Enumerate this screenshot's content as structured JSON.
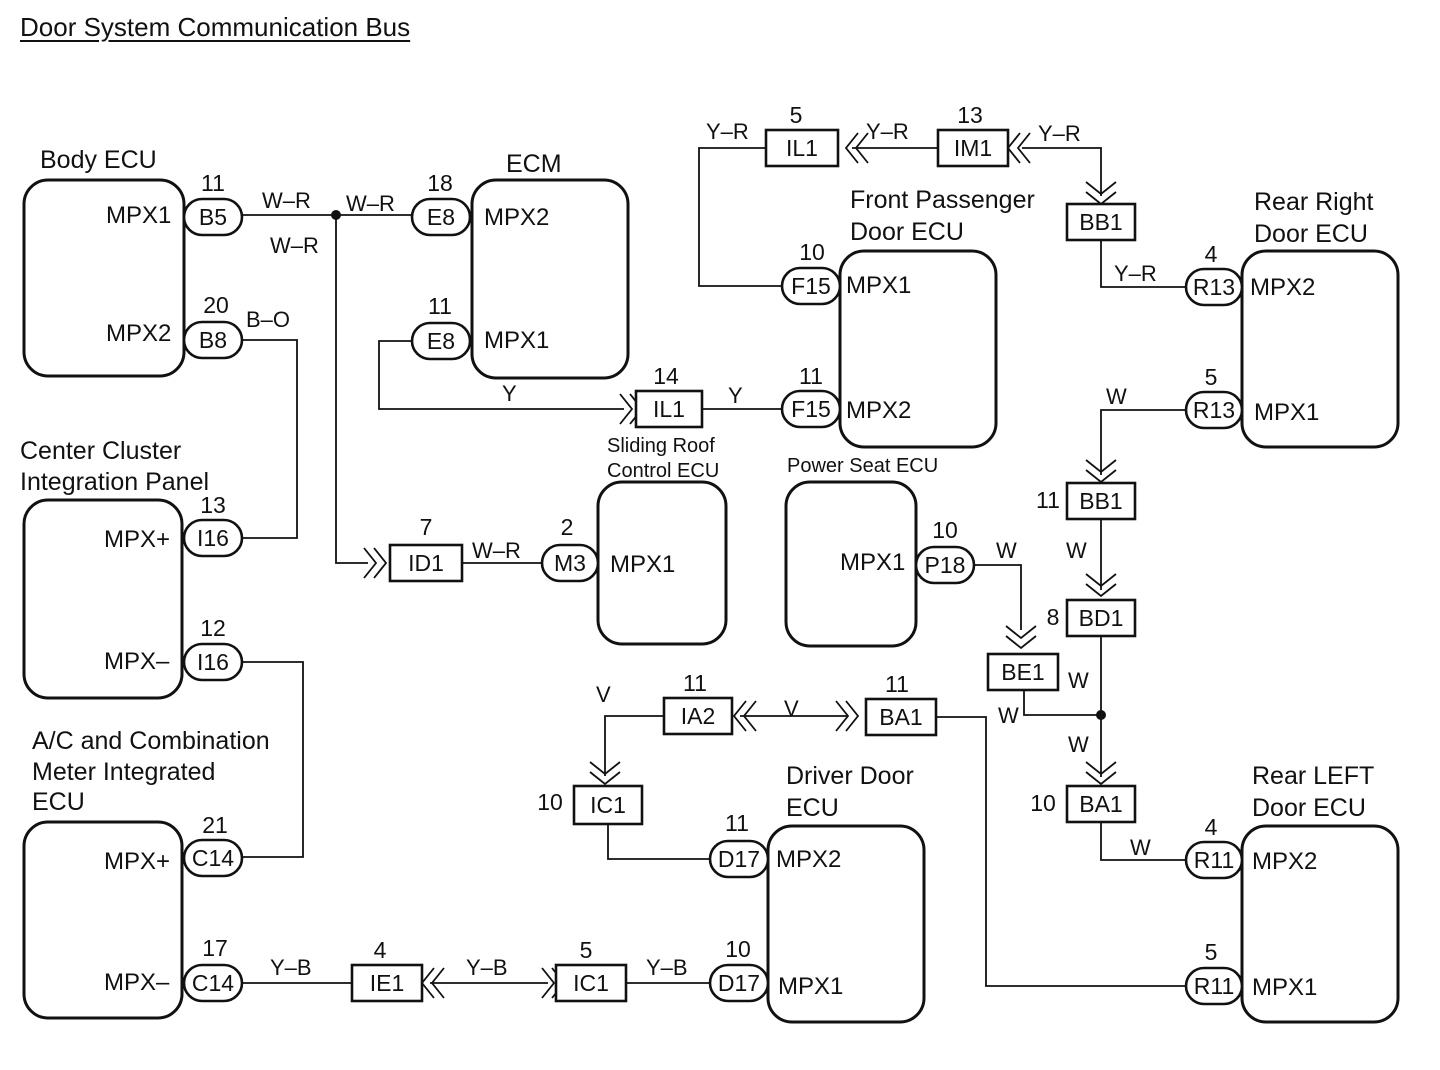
{
  "title": "Door System Communication Bus",
  "ecus": {
    "body": "Body ECU",
    "ecm": "ECM",
    "cip1": "Center Cluster",
    "cip2": "Integration Panel",
    "ac1": "A/C and Combination",
    "ac2": "Meter Integrated",
    "ac3": "ECU",
    "fp1": "Front Passenger",
    "fp2": "Door ECU",
    "rr1": "Rear Right",
    "rr2": "Door ECU",
    "sr1": "Sliding Roof",
    "sr2": "Control ECU",
    "ps": "Power Seat ECU",
    "dd1": "Driver Door",
    "dd2": "ECU",
    "rl1": "Rear LEFT",
    "rl2": "Door ECU"
  },
  "pins": {
    "body_mpx1": "MPX1",
    "body_mpx2": "MPX2",
    "ecm_mpx2": "MPX2",
    "ecm_mpx1": "MPX1",
    "cip_p": "MPX+",
    "cip_m": "MPX–",
    "ac_p": "MPX+",
    "ac_m": "MPX–",
    "fp_mpx1": "MPX1",
    "fp_mpx2": "MPX2",
    "rr_mpx2": "MPX2",
    "rr_mpx1": "MPX1",
    "sr_mpx1": "MPX1",
    "ps_mpx1": "MPX1",
    "dd_mpx2": "MPX2",
    "dd_mpx1": "MPX1",
    "rl_mpx2": "MPX2",
    "rl_mpx1": "MPX1"
  },
  "connectors": {
    "b5": "B5",
    "b8": "B8",
    "e8a": "E8",
    "e8b": "E8",
    "i16a": "I16",
    "i16b": "I16",
    "c14a": "C14",
    "c14b": "C14",
    "id1": "ID1",
    "m3": "M3",
    "il1a": "IL1",
    "il1b": "IL1",
    "im1": "IM1",
    "f15a": "F15",
    "f15b": "F15",
    "bb1a": "BB1",
    "bb1b": "BB1",
    "r13a": "R13",
    "r13b": "R13",
    "bd1": "BD1",
    "be1": "BE1",
    "p18": "P18",
    "ia2": "IA2",
    "ba1a": "BA1",
    "ba1b": "BA1",
    "ic1a": "IC1",
    "ic1b": "IC1",
    "d17a": "D17",
    "d17b": "D17",
    "ie1": "IE1",
    "r11a": "R11",
    "r11b": "R11"
  },
  "numbers": {
    "b5": "11",
    "b8": "20",
    "e8a": "18",
    "e8b": "11",
    "i16a": "13",
    "i16b": "12",
    "c14a": "21",
    "c14b": "17",
    "id1": "7",
    "m3": "2",
    "il1a": "5",
    "il1b": "14",
    "im1": "13",
    "f15a": "10",
    "f15b": "11",
    "bb1b": "11",
    "r13a": "4",
    "r13b": "5",
    "bd1": "8",
    "p18": "10",
    "ia2": "11",
    "ba1a": "11",
    "ba1b": "10",
    "ic1a": "10",
    "ic1b": "5",
    "d17a": "11",
    "d17b": "10",
    "ie1": "4",
    "r11a": "4",
    "r11b": "5"
  },
  "wires": {
    "wr1": "W–R",
    "wr2": "W–R",
    "wr3": "W–R",
    "wr4": "W–R",
    "bo": "B–O",
    "y1": "Y",
    "y2": "Y",
    "yr1": "Y–R",
    "yr2": "Y–R",
    "yr3": "Y–R",
    "yr4": "Y–R",
    "w1": "W",
    "w2": "W",
    "w3": "W",
    "w4": "W",
    "w5": "W",
    "w6": "W",
    "w7": "W",
    "v1": "V",
    "v2": "V",
    "yb1": "Y–B",
    "yb2": "Y–B",
    "yb3": "Y–B"
  }
}
